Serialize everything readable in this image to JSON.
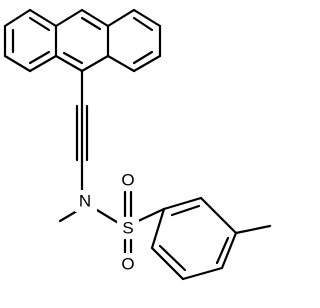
{
  "molecule": {
    "atoms": {
      "nitrogen": "N",
      "sulfur": "S",
      "oxygen_top": "O",
      "oxygen_bottom": "O"
    },
    "colors": {
      "bond": "#000000",
      "label": "#000000",
      "background": "#ffffff"
    }
  }
}
